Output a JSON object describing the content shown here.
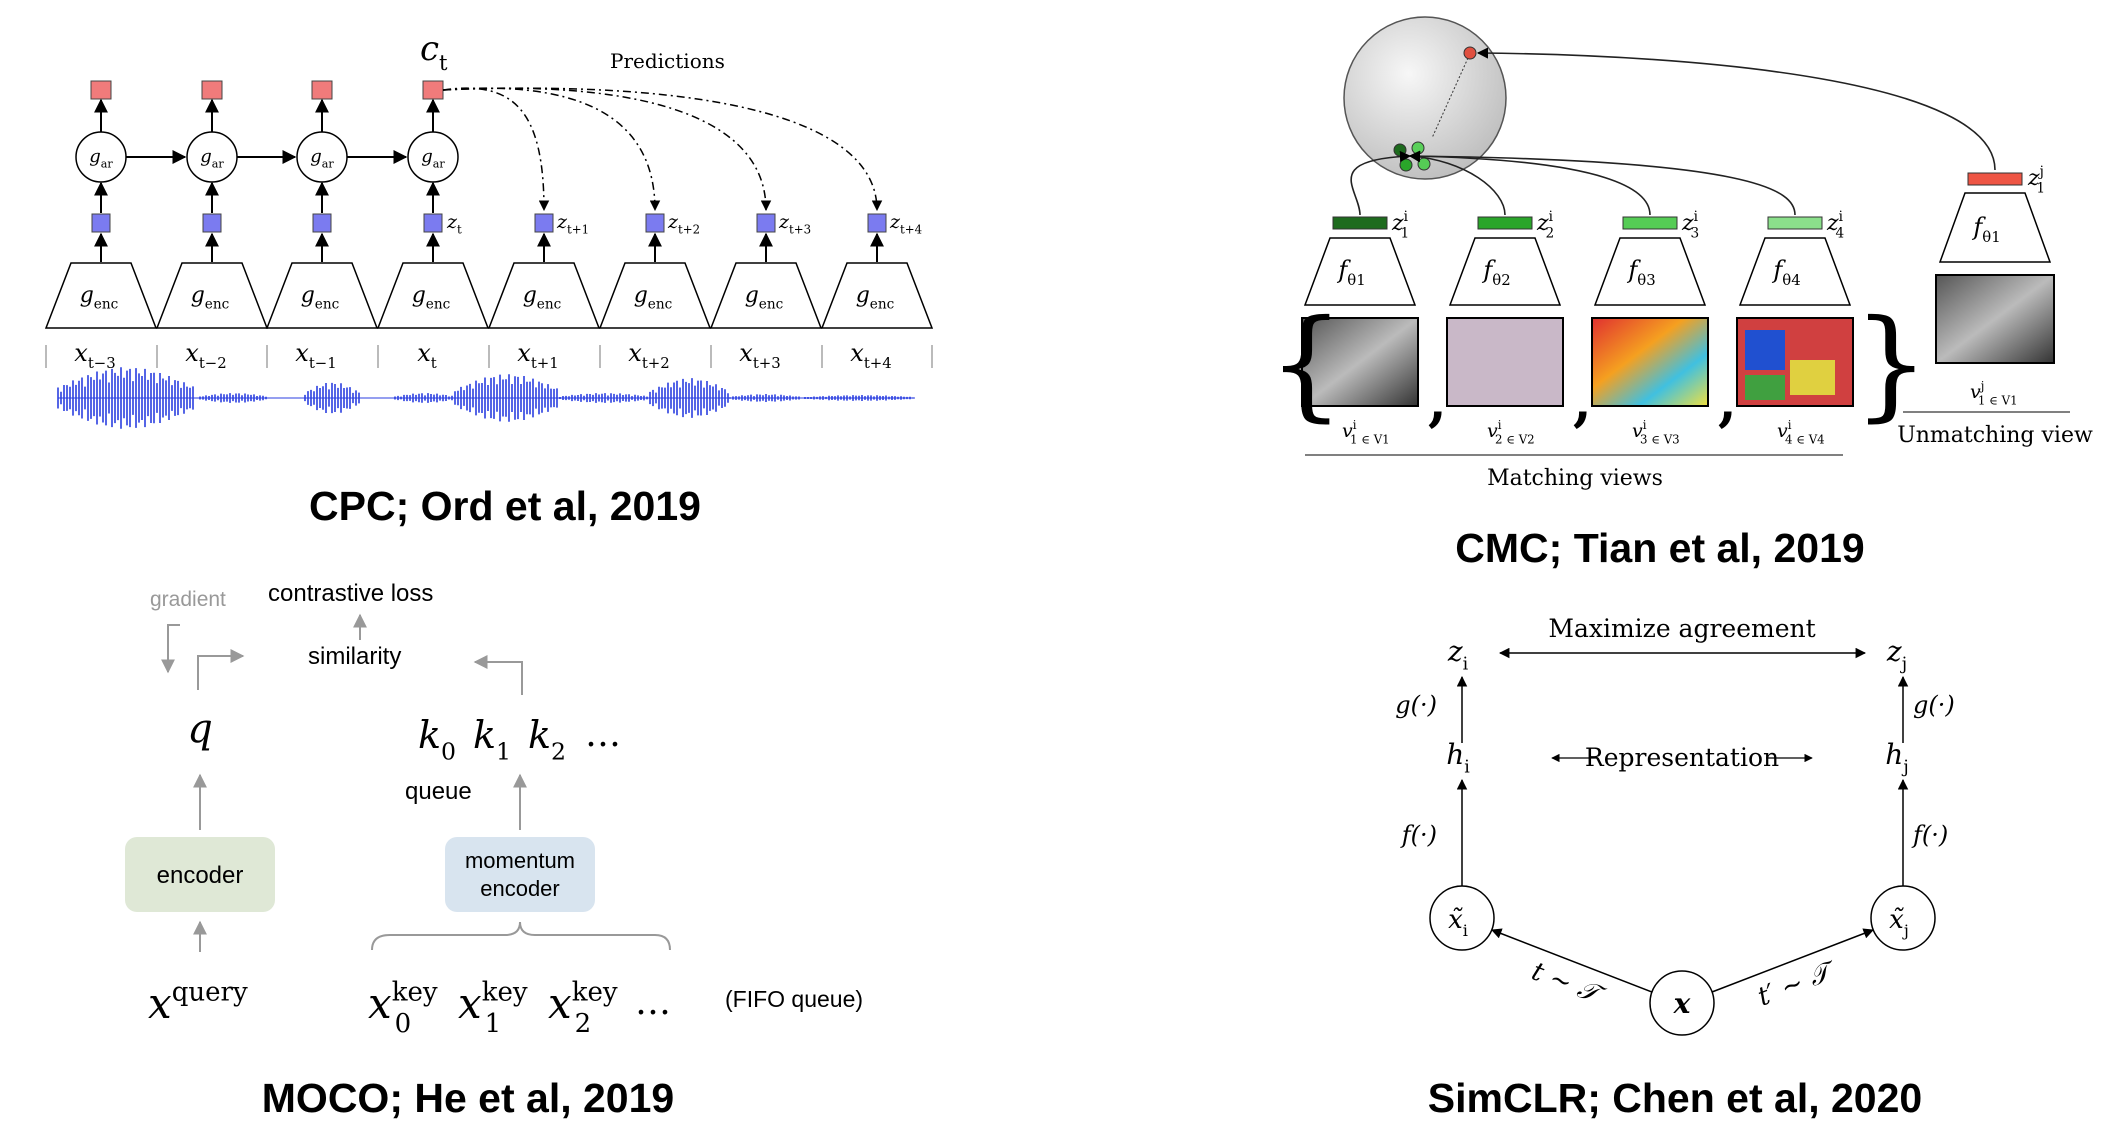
{
  "captions": {
    "cpc": "CPC; Ord et al, 2019",
    "cmc": "CMC; Tian et al, 2019",
    "moco": "MOCO; He et al, 2019",
    "simclr": "SimCLR; Chen et al, 2020"
  },
  "cpc": {
    "predictions_label": "Predictions",
    "ct_label": "c",
    "ct_sub": "t",
    "gar_label": "g",
    "gar_sub": "ar",
    "genc_label": "g",
    "genc_sub": "enc",
    "x_labels": [
      "t−3",
      "t−2",
      "t−1",
      "t",
      "t+1",
      "t+2",
      "t+3",
      "t+4"
    ],
    "z_labels": [
      "t",
      "t+1",
      "t+2",
      "t+3",
      "t+4"
    ],
    "colors": {
      "red": "#f07b7b",
      "blue": "#7b7bf0",
      "wave": "#2b3fe0"
    }
  },
  "cmc": {
    "matching_label": "Matching views",
    "unmatching_label": "Unmatching view",
    "z_labels": [
      "1",
      "2",
      "3",
      "4"
    ],
    "z_unmatch": "1",
    "f_subs": [
      "1",
      "2",
      "3",
      "4"
    ],
    "v_labels": [
      "1",
      "2",
      "3",
      "4"
    ],
    "bar_colors": [
      "#1e6b1e",
      "#2aa52a",
      "#55cc55",
      "#8be08b"
    ],
    "bar_unmatch": "#ee5544"
  },
  "moco": {
    "gradient": "gradient",
    "contrastive_loss": "contrastive loss",
    "similarity": "similarity",
    "q": "q",
    "keys": [
      "0",
      "1",
      "2"
    ],
    "ellipsis": "…",
    "queue": "queue",
    "encoder": "encoder",
    "momentum_encoder_1": "momentum",
    "momentum_encoder_2": "encoder",
    "x_query_sup": "query",
    "x_key_sup": "key",
    "fifo": "(FIFO queue)",
    "colors": {
      "encoder": "#dfe8d6",
      "momentum": "#d8e4ef"
    }
  },
  "simclr": {
    "maximize": "Maximize agreement",
    "representation": "Representation",
    "g_label": "g(·)",
    "f_label": "f(·)",
    "t_label": "t ∼ 𝒯",
    "tp_label": "t′ ∼ 𝒯"
  }
}
